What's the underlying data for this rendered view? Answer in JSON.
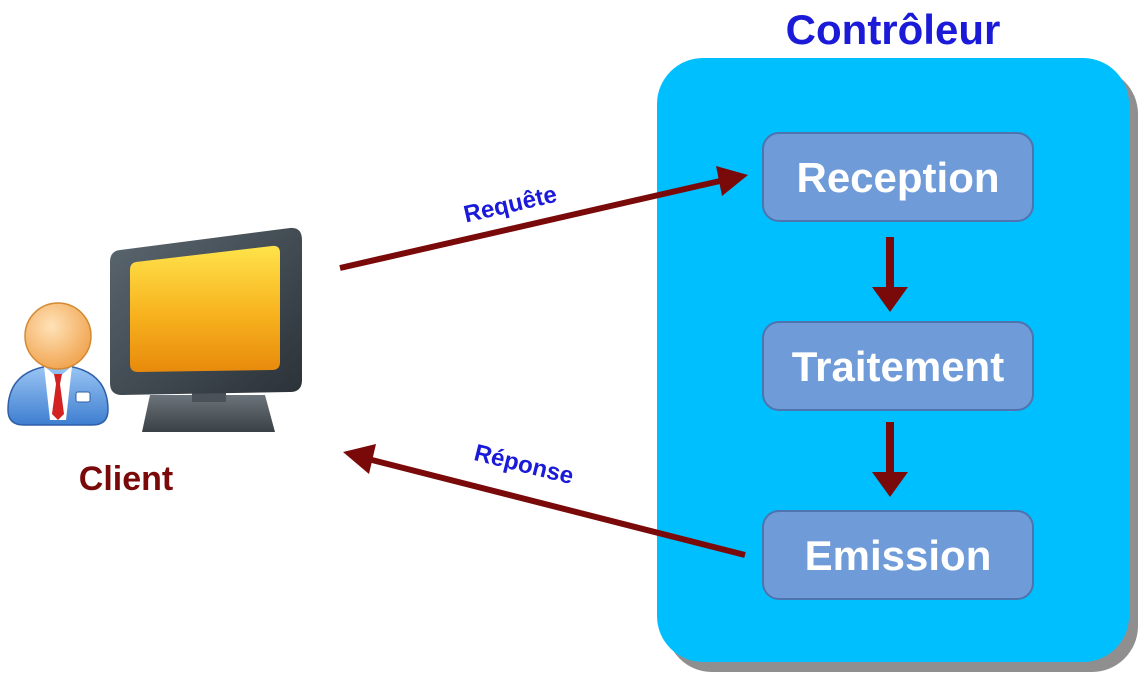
{
  "controller": {
    "title": "Contrôleur",
    "steps": [
      {
        "label": "Reception"
      },
      {
        "label": "Traitement"
      },
      {
        "label": "Emission"
      }
    ]
  },
  "client": {
    "label": "Client"
  },
  "arrows": {
    "request_label": "Requête",
    "response_label": "Réponse"
  },
  "colors": {
    "controller_fill": "#00BFFF",
    "controller_shadow": "#8f8f8f",
    "step_fill": "#6F9BD8",
    "step_border": "#4D74AE",
    "step_text": "#ffffff",
    "arrow": "#7A0A0A",
    "title_text": "#1A1AD8",
    "client_text": "#7A0A0A",
    "arrow_label_text": "#1A1AD8"
  }
}
